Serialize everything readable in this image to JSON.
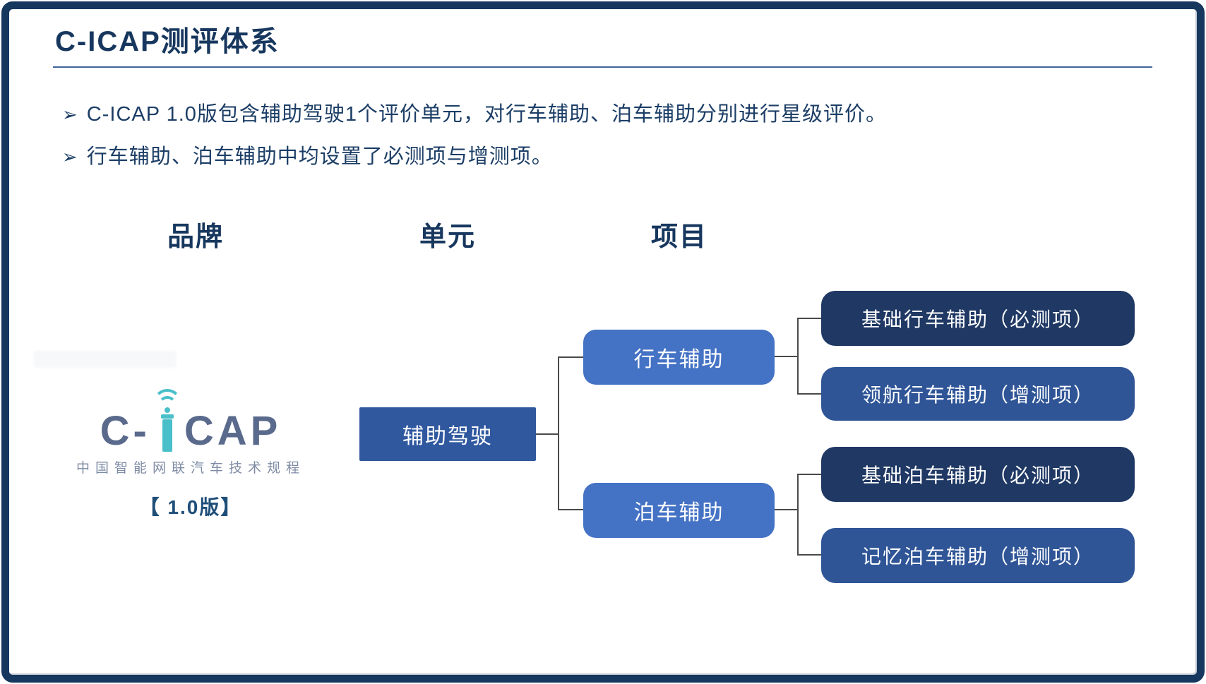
{
  "page": {
    "title": "C-ICAP测评体系"
  },
  "bullets": {
    "marker": "➢",
    "items": [
      "C-ICAP 1.0版包含辅助驾驶1个评价单元，对行车辅助、泊车辅助分别进行星级评价。",
      "行车辅助、泊车辅助中均设置了必测项与增测项。"
    ]
  },
  "columns": [
    {
      "label": "品牌"
    },
    {
      "label": "单元"
    },
    {
      "label": "项目"
    }
  ],
  "logo": {
    "text_left": "C-",
    "text_right": "CAP",
    "wifi_icon": "wifi-icon",
    "tagline": "中国智能网联汽车技术规程",
    "version": "【 1.0版】"
  },
  "diagram": {
    "root": {
      "label": "辅助驾驶"
    },
    "branches": [
      {
        "label": "行车辅助",
        "children": [
          {
            "label": "基础行车辅助（必测项）",
            "type": "required"
          },
          {
            "label": "领航行车辅助（增测项）",
            "type": "optional"
          }
        ]
      },
      {
        "label": "泊车辅助",
        "children": [
          {
            "label": "基础泊车辅助（必测项）",
            "type": "required"
          },
          {
            "label": "记忆泊车辅助（增测项）",
            "type": "optional"
          }
        ]
      }
    ]
  },
  "colors": {
    "frame": "#16375E",
    "title_text": "#17375E",
    "body_text": "#1C3E66",
    "root_box": "#30589F",
    "branch_box": "#4472C4",
    "required_box": "#1F3864",
    "optional_box": "#2F5597",
    "connector": "#4a4a4a",
    "logo_letters": "#5A6A8C",
    "logo_teal": "#49BFC9",
    "logo_tagline": "#7E8BA4",
    "version_text": "#1F4E79",
    "rule": "#41639e"
  }
}
